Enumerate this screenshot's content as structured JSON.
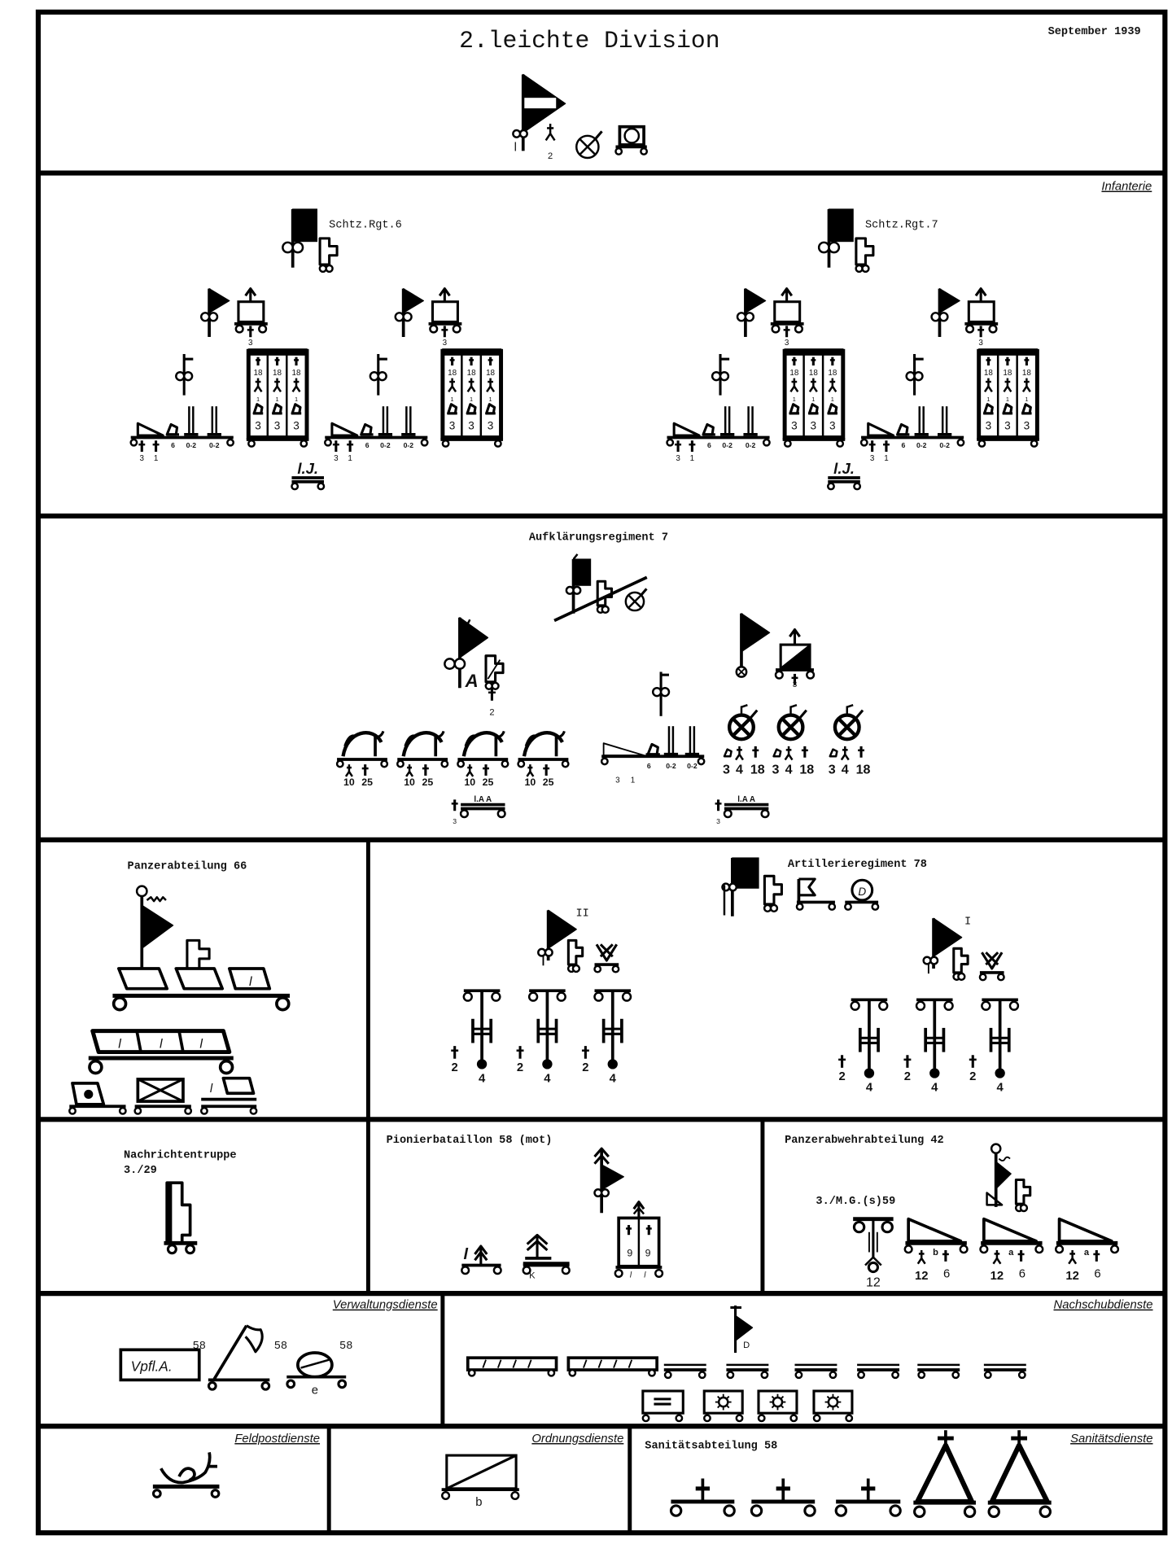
{
  "header": {
    "title": "2.leichte Division",
    "date": "September 1939",
    "hq_mark": "l",
    "hq_strength": "2"
  },
  "infantry": {
    "section_label": "Infanterie",
    "regiments": [
      {
        "name": "Schtz.Rgt.6"
      },
      {
        "name": "Schtz.Rgt.7"
      }
    ],
    "battalion_strength": "3",
    "mg_company_labels": [
      "3",
      "1",
      "6",
      "0-2",
      "0-2"
    ],
    "rifle_company_labels": [
      "18",
      "1",
      "3"
    ],
    "light_infantry_column": "l.J."
  },
  "recon": {
    "title": "Aufklärungsregiment 7",
    "hq_mark": "A",
    "hq_strength": "2",
    "battalion_strength": "3",
    "motorcycle_labels": [
      "10",
      "25"
    ],
    "heavy_company_labels": [
      "3",
      "1",
      "6",
      "0-2",
      "0-2"
    ],
    "armored_car_labels": [
      "3",
      "4",
      "18"
    ],
    "column_label": "l.A A",
    "column_strength": "3"
  },
  "panzer": {
    "title": "Panzerabteilung 66",
    "light_mark": "l"
  },
  "artillery": {
    "title": "Artillerieregiment 78",
    "hq_mark": "D",
    "battalions": [
      "II",
      "I"
    ],
    "gun_labels": [
      "2",
      "4"
    ]
  },
  "signals": {
    "title": "Nachrichtentruppe",
    "unit": "3./29"
  },
  "pioneers": {
    "title": "Pionierbataillon 58 (mot)",
    "light_mark": "l",
    "bridge_mark": "K",
    "company_labels": [
      "9",
      "9"
    ]
  },
  "antitank": {
    "title": "Panzerabwehrabteilung 42",
    "mg_unit": "3./M.G.(s)59",
    "mg_label": "12",
    "gun_labels": [
      "12",
      "6"
    ],
    "company_marks": [
      "b",
      "a",
      "a"
    ]
  },
  "admin": {
    "section_label": "Verwaltungsdienste",
    "box_label": "Vpfl.A.",
    "unit_number": "58",
    "bakery_mark": "e"
  },
  "supply": {
    "section_label": "Nachschubdienste",
    "hq_mark": "D"
  },
  "fieldpost": {
    "section_label": "Feldpostdienste"
  },
  "order": {
    "section_label": "Ordnungsdienste",
    "mark": "b"
  },
  "medical": {
    "section_label": "Sanitätsdienste",
    "title": "Sanitätsabteilung 58"
  }
}
